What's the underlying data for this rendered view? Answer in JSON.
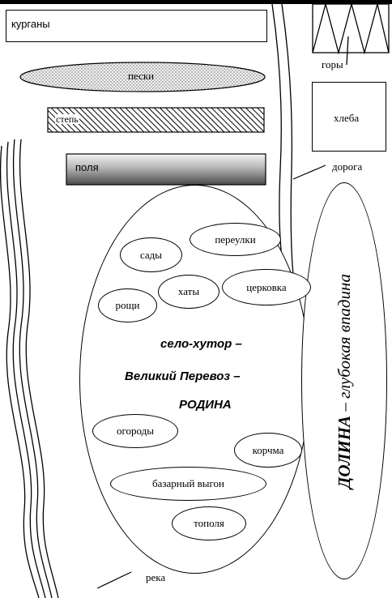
{
  "diagram": {
    "top_rule_color": "#000000",
    "elements": {
      "kurgany": "курганы",
      "peski": "пески",
      "step": "степь",
      "polya": "поля",
      "gory": "горы",
      "hleba": "хлеба",
      "doroga": "дорога",
      "reka": "река"
    },
    "village": {
      "items": {
        "sady": "сады",
        "pereulki": "переулки",
        "hati": "хаты",
        "tserkovka": "церковка",
        "roshi": "рощи",
        "ogorody": "огороды",
        "korchma": "корчма",
        "bazarny_vygon": "базарный выгон",
        "topolya": "тополя"
      },
      "title_line1": "село-хутор –",
      "title_line2": "Великий Перевоз –",
      "title_line3": "РОДИНА"
    },
    "valley": {
      "label_bold": "ДОЛИНА",
      "label_rest": " – глубокая впадина"
    }
  }
}
